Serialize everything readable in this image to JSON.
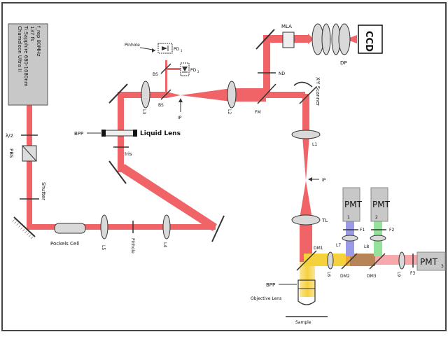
{
  "colors": {
    "beam": "#f06468",
    "beam_light": "#f6a8aa",
    "yellow": "#f5d23c",
    "orange": "#f0a830",
    "brown": "#b78458",
    "blue": "#9a9ae6",
    "green": "#95e29b",
    "box": "#c8c8c8",
    "lens": "#d9d9d9",
    "line": "#333333"
  },
  "laser": {
    "lines": [
      "Chameleon Ultra II",
      "Ti:Sapphire 680-1080nm",
      "137 fs",
      "f_rep 80MHz"
    ]
  },
  "labels": {
    "half_wave": "λ/2",
    "pbs": "PBS",
    "shutter": "Shutter",
    "pockels": "Pockels Cell",
    "pinhole1": "Pinhole",
    "pinhole2": "Pinhole",
    "iris": "Iris",
    "liquid_lens": "Liquid Lens",
    "bpp1": "BPP",
    "bpp2": "BPP",
    "bs1": "BS",
    "bs2": "BS",
    "pd1": "PD",
    "pd1_sub": "1",
    "pd2": "PD",
    "pd2_sub": "2",
    "ip1": "IP",
    "ip2": "IP",
    "fm": "FM",
    "nd": "ND",
    "mla": "MLA",
    "dp": "DP",
    "ccd": "CCD",
    "scanner": "X-Y Scanner",
    "tl": "TL",
    "objective": "Objective Lens",
    "sample": "Sample",
    "l1": "L1",
    "l2": "L2",
    "l3": "L3",
    "l4": "L4",
    "l5": "L5",
    "l6": "L6",
    "l7": "L7",
    "l8": "L8",
    "l9": "L9",
    "dm1": "DM1",
    "dm2": "DM2",
    "dm3": "DM3",
    "f1": "F1",
    "f2": "F2",
    "f3": "F3",
    "pmt": "PMT",
    "pmt1_sub": "1",
    "pmt2_sub": "2",
    "pmt3_sub": "3"
  }
}
